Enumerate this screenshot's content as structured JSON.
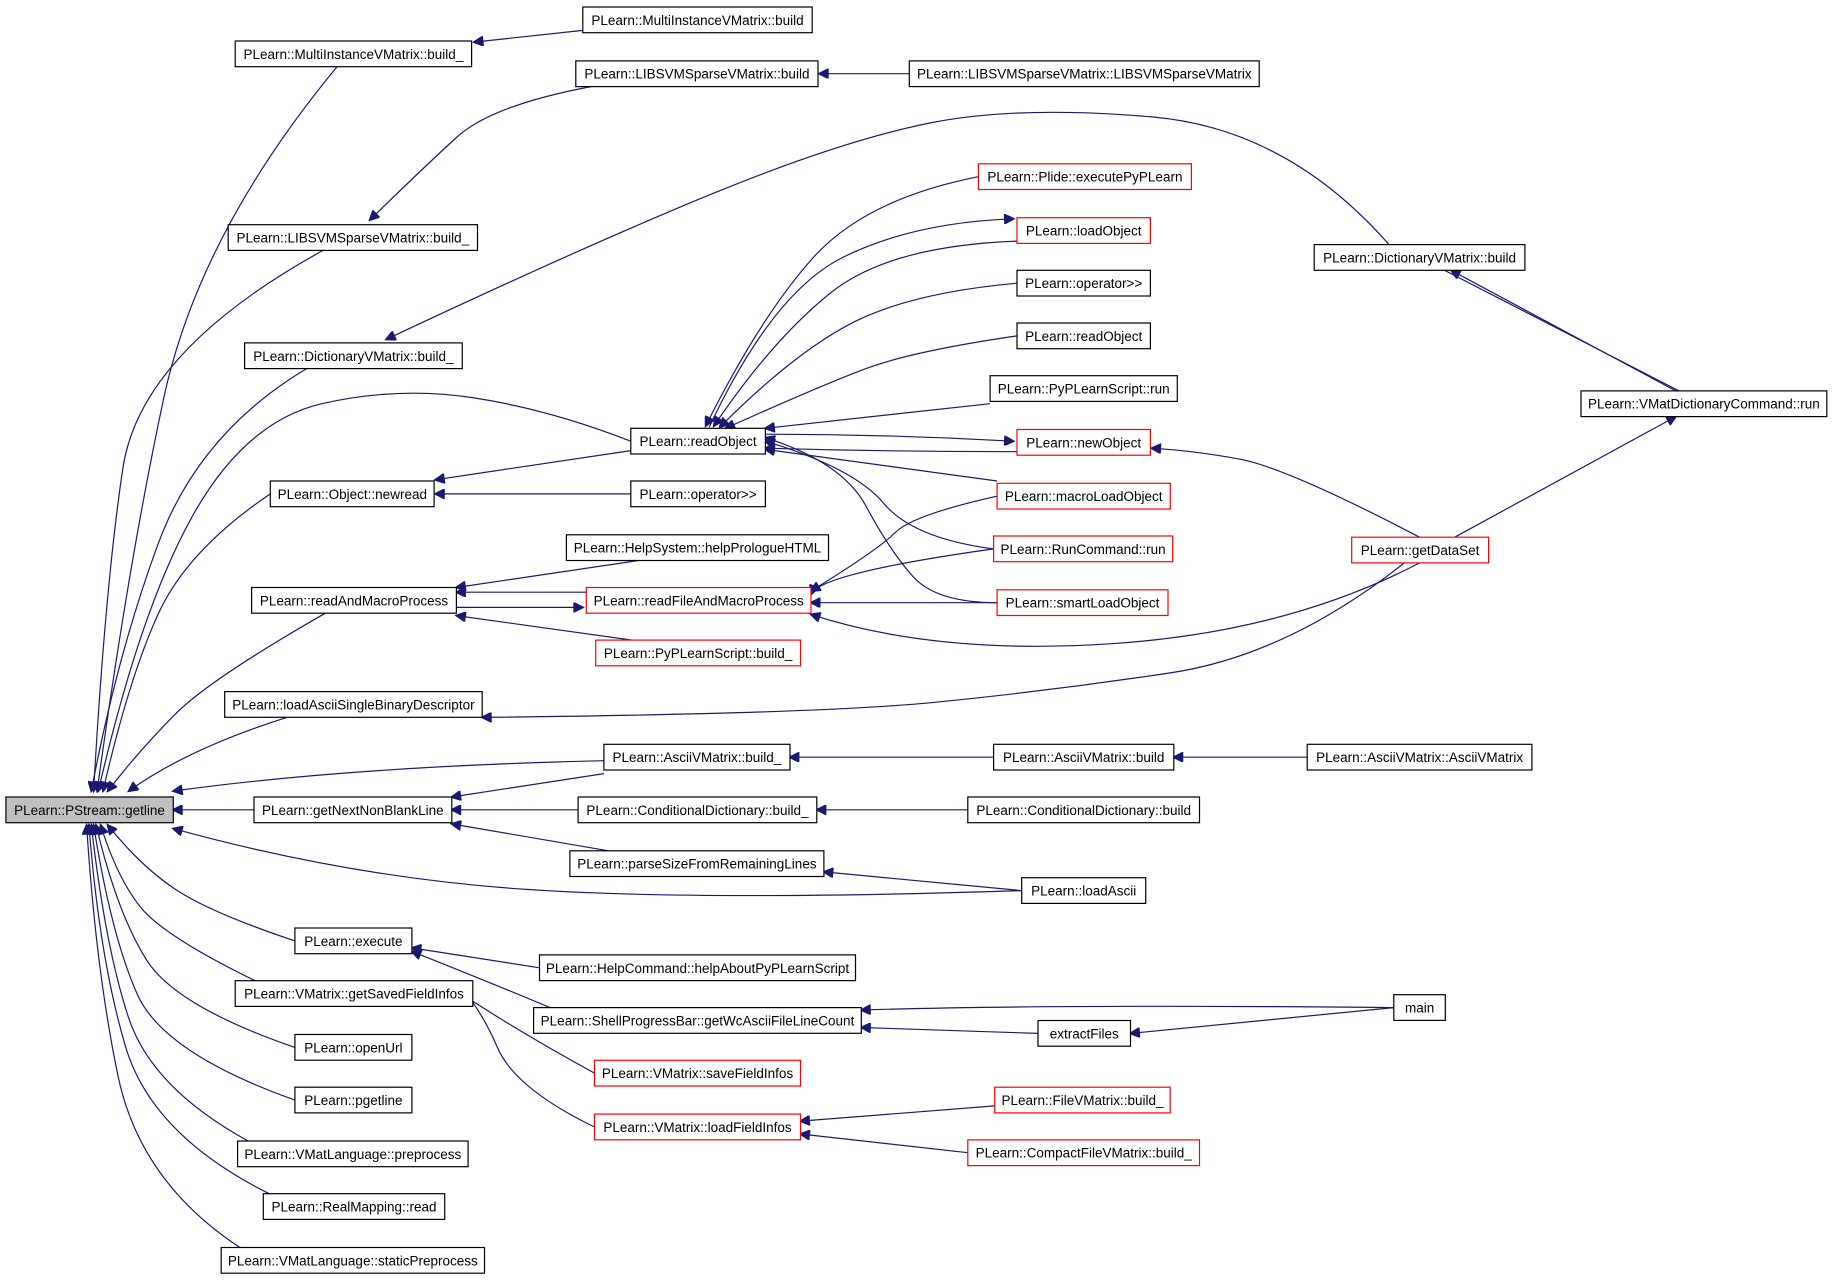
{
  "graph": {
    "root": "getline",
    "colors": {
      "edge": "#191970",
      "node_border": "#000000",
      "node_border_incomplete": "#ff0000",
      "root_fill": "#c0c0c0",
      "background": "#ffffff"
    },
    "nodes": [
      {
        "id": "getline",
        "label": "PLearn::PStream::getline",
        "style": "root"
      },
      {
        "id": "mi_build_",
        "label": "PLearn::MultiInstanceVMatrix::build_",
        "style": "normal"
      },
      {
        "id": "mi_build",
        "label": "PLearn::MultiInstanceVMatrix::build",
        "style": "normal"
      },
      {
        "id": "libsvm_build",
        "label": "PLearn::LIBSVMSparseVMatrix::build",
        "style": "normal"
      },
      {
        "id": "libsvm_ctor",
        "label": "PLearn::LIBSVMSparseVMatrix::LIBSVMSparseVMatrix",
        "style": "normal"
      },
      {
        "id": "libsvm_build_",
        "label": "PLearn::LIBSVMSparseVMatrix::build_",
        "style": "normal"
      },
      {
        "id": "dict_build_",
        "label": "PLearn::DictionaryVMatrix::build_",
        "style": "normal"
      },
      {
        "id": "dict_build",
        "label": "PLearn::DictionaryVMatrix::build",
        "style": "normal"
      },
      {
        "id": "vmatdict_run",
        "label": "PLearn::VMatDictionaryCommand::run",
        "style": "normal"
      },
      {
        "id": "plide_exec",
        "label": "PLearn::Plide::executePyPLearn",
        "style": "incomplete"
      },
      {
        "id": "loadObject",
        "label": "PLearn::loadObject",
        "style": "incomplete"
      },
      {
        "id": "op_rshift_1",
        "label": "PLearn::operator>>",
        "style": "normal"
      },
      {
        "id": "readObject_r",
        "label": "PLearn::readObject",
        "style": "normal"
      },
      {
        "id": "pyplearn_run",
        "label": "PLearn::PyPLearnScript::run",
        "style": "normal"
      },
      {
        "id": "readObject",
        "label": "PLearn::readObject",
        "style": "normal"
      },
      {
        "id": "newObject",
        "label": "PLearn::newObject",
        "style": "incomplete"
      },
      {
        "id": "newread",
        "label": "PLearn::Object::newread",
        "style": "normal"
      },
      {
        "id": "op_rshift_2",
        "label": "PLearn::operator>>",
        "style": "normal"
      },
      {
        "id": "macroLoadObject",
        "label": "PLearn::macroLoadObject",
        "style": "incomplete"
      },
      {
        "id": "helpPrologue",
        "label": "PLearn::HelpSystem::helpPrologueHTML",
        "style": "normal"
      },
      {
        "id": "runcommand_run",
        "label": "PLearn::RunCommand::run",
        "style": "incomplete"
      },
      {
        "id": "getDataSet",
        "label": "PLearn::getDataSet",
        "style": "incomplete"
      },
      {
        "id": "readAndMacro",
        "label": "PLearn::readAndMacroProcess",
        "style": "normal"
      },
      {
        "id": "readFileAndMacro",
        "label": "PLearn::readFileAndMacroProcess",
        "style": "incomplete"
      },
      {
        "id": "smartLoadObject",
        "label": "PLearn::smartLoadObject",
        "style": "incomplete"
      },
      {
        "id": "pyscript_build_",
        "label": "PLearn::PyPLearnScript::build_",
        "style": "incomplete"
      },
      {
        "id": "loadAsciiSBD",
        "label": "PLearn::loadAsciiSingleBinaryDescriptor",
        "style": "normal"
      },
      {
        "id": "ascii_build_",
        "label": "PLearn::AsciiVMatrix::build_",
        "style": "normal"
      },
      {
        "id": "ascii_build",
        "label": "PLearn::AsciiVMatrix::build",
        "style": "normal"
      },
      {
        "id": "ascii_ctor",
        "label": "PLearn::AsciiVMatrix::AsciiVMatrix",
        "style": "normal"
      },
      {
        "id": "getNextNonBlank",
        "label": "PLearn::getNextNonBlankLine",
        "style": "normal"
      },
      {
        "id": "conddict_build_",
        "label": "PLearn::ConditionalDictionary::build_",
        "style": "normal"
      },
      {
        "id": "conddict_build",
        "label": "PLearn::ConditionalDictionary::build",
        "style": "normal"
      },
      {
        "id": "parseSize",
        "label": "PLearn::parseSizeFromRemainingLines",
        "style": "normal"
      },
      {
        "id": "loadAscii",
        "label": "PLearn::loadAscii",
        "style": "normal"
      },
      {
        "id": "execute",
        "label": "PLearn::execute",
        "style": "normal"
      },
      {
        "id": "helpAbout",
        "label": "PLearn::HelpCommand::helpAboutPyPLearnScript",
        "style": "normal"
      },
      {
        "id": "getSavedFieldInfos",
        "label": "PLearn::VMatrix::getSavedFieldInfos",
        "style": "normal"
      },
      {
        "id": "shellProgress",
        "label": "PLearn::ShellProgressBar::getWcAsciiFileLineCount",
        "style": "normal"
      },
      {
        "id": "main",
        "label": "main",
        "style": "normal"
      },
      {
        "id": "extractFiles",
        "label": "extractFiles",
        "style": "normal"
      },
      {
        "id": "saveFieldInfos",
        "label": "PLearn::VMatrix::saveFieldInfos",
        "style": "incomplete"
      },
      {
        "id": "openUrl",
        "label": "PLearn::openUrl",
        "style": "normal"
      },
      {
        "id": "loadFieldInfos",
        "label": "PLearn::VMatrix::loadFieldInfos",
        "style": "incomplete"
      },
      {
        "id": "filevm_build_",
        "label": "PLearn::FileVMatrix::build_",
        "style": "incomplete"
      },
      {
        "id": "pgetline",
        "label": "PLearn::pgetline",
        "style": "normal"
      },
      {
        "id": "compactfile_build_",
        "label": "PLearn::CompactFileVMatrix::build_",
        "style": "incomplete"
      },
      {
        "id": "vmatlang_pre",
        "label": "PLearn::VMatLanguage::preprocess",
        "style": "normal"
      },
      {
        "id": "realmapping_read",
        "label": "PLearn::RealMapping::read",
        "style": "normal"
      },
      {
        "id": "vmatlang_static",
        "label": "PLearn::VMatLanguage::staticPreprocess",
        "style": "normal"
      }
    ]
  }
}
